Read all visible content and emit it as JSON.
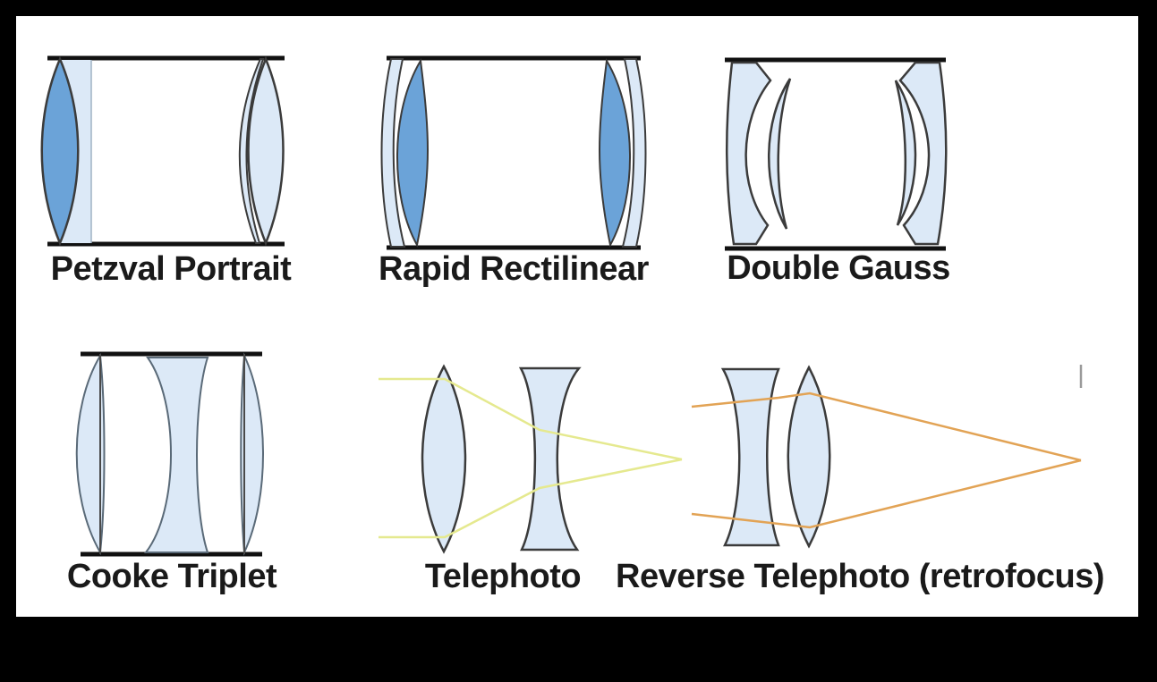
{
  "colors": {
    "frame": "#000000",
    "canvas": "#ffffff",
    "bar": "#111111",
    "outline": "#3b3b3b",
    "outline_light": "#5a6a78",
    "lens_dark": "#6ba3d8",
    "lens_light": "#dce9f7",
    "divider_line": "#9fb2c4",
    "stop_line": "#4a4a4a",
    "ray_yellow": "#e5e98f",
    "ray_orange": "#e2a355",
    "tick": "#9a9a9a",
    "text": "#1a1a1a"
  },
  "panels": [
    {
      "id": "petzval-portrait",
      "label": "Petzval Portrait"
    },
    {
      "id": "rapid-rectilinear",
      "label": "Rapid Rectilinear"
    },
    {
      "id": "double-gauss",
      "label": "Double Gauss"
    },
    {
      "id": "cooke-triplet",
      "label": "Cooke Triplet"
    },
    {
      "id": "telephoto",
      "label": "Telephoto"
    },
    {
      "id": "reverse-telephoto",
      "label": "Reverse Telephoto (retrofocus)"
    }
  ]
}
